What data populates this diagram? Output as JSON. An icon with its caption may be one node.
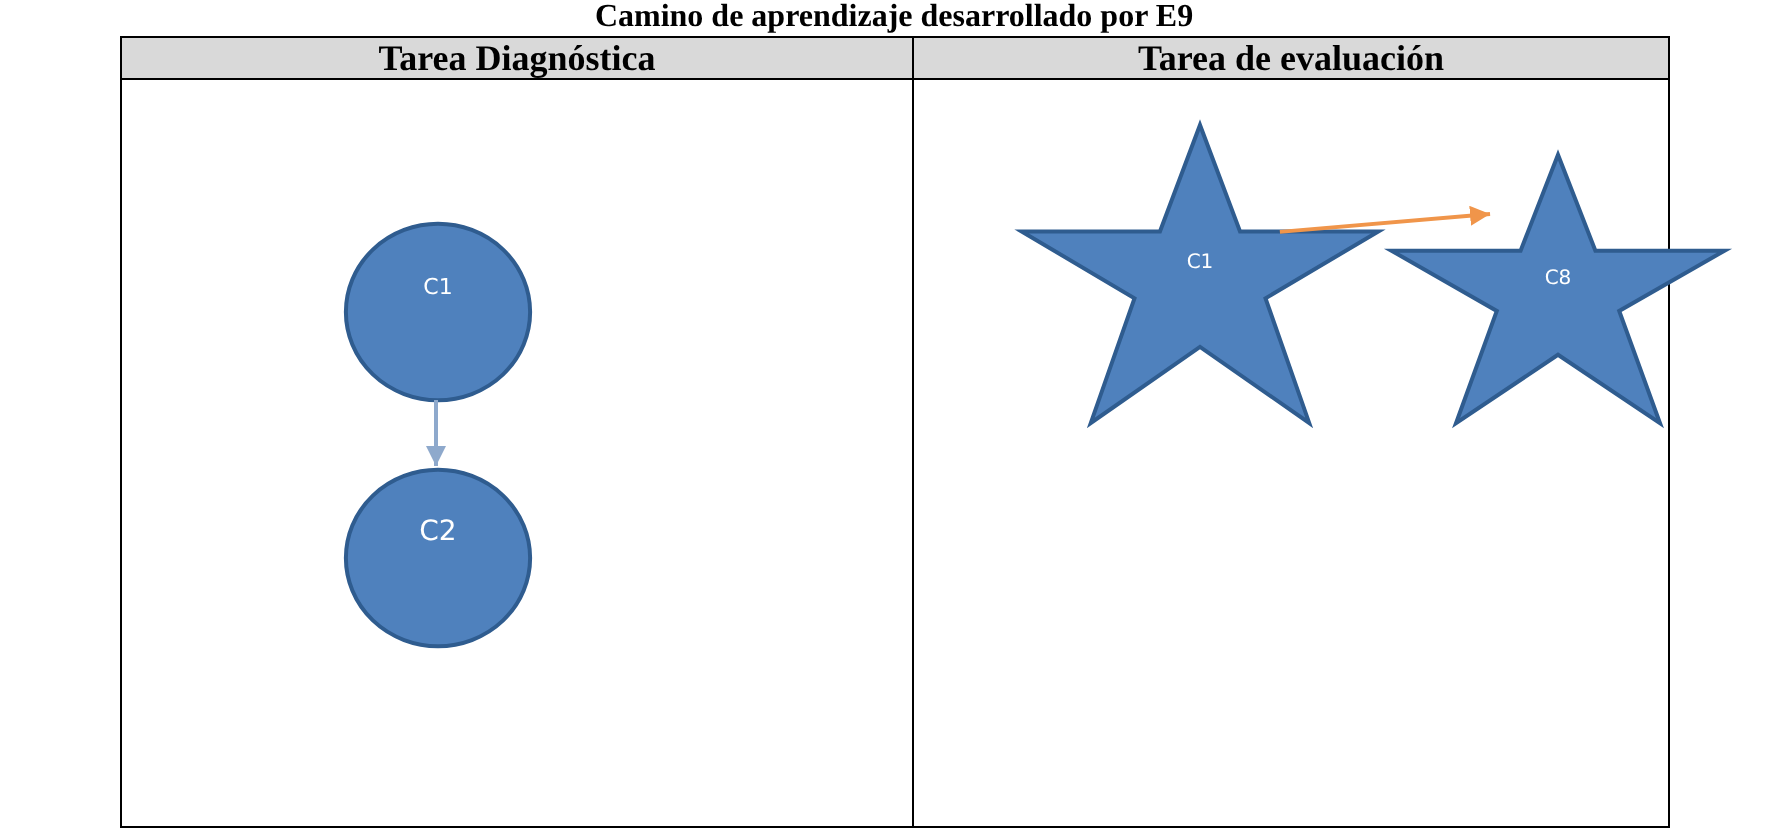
{
  "diagram": {
    "title": "Camino de aprendizaje desarrollado por E9",
    "nodes": [
      {
        "text": [
          "Tarea Diagnóstica"
        ]
      },
      {
        "text": [
          "C1"
        ],
        "in": 0
      },
      {
        "text": [
          "C2"
        ],
        "in": 0
      },
      {
        "text": [
          "Tarea de evaluación"
        ]
      },
      {
        "text": [
          "C1"
        ],
        "in": 3
      },
      {
        "text": [
          "C8"
        ],
        "in": 3
      }
    ],
    "edges": [
      {
        "from": 1,
        "to": 2,
        "arrow": "to"
      },
      {
        "from": 4,
        "to": 5,
        "arrow": "to",
        "color": "#f0954a"
      }
    ]
  }
}
